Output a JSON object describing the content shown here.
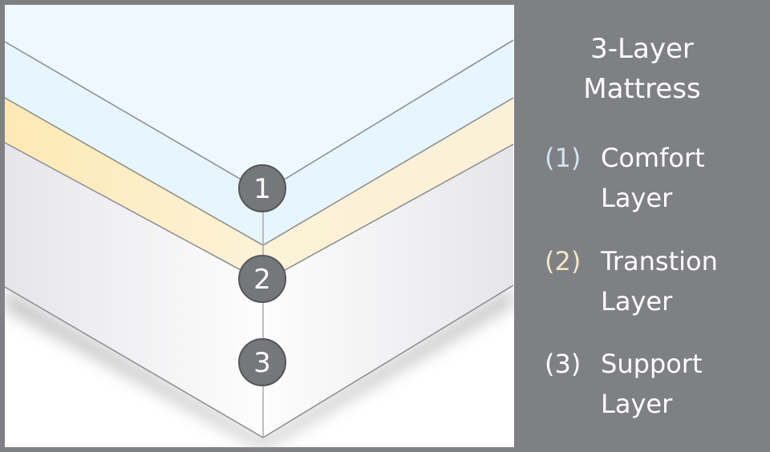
{
  "title_line1": "3-Layer",
  "title_line2": "Mattress",
  "layers": [
    {
      "number": "1",
      "marker": "(1)",
      "line1": "Comfort",
      "line2": "Layer",
      "color": "#cfe6f2"
    },
    {
      "number": "2",
      "marker": "(2)",
      "line1": "Transtion",
      "line2": "Layer",
      "color": "#f3e6c4"
    },
    {
      "number": "3",
      "marker": "(3)",
      "line1": "Support",
      "line2": "Layer",
      "color": "#ffffff"
    }
  ]
}
